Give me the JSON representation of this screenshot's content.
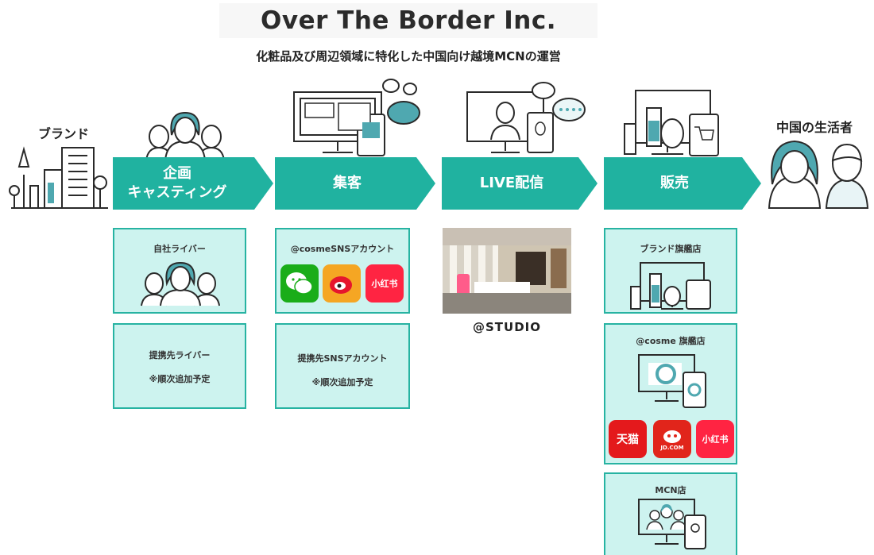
{
  "header": {
    "title": "Over The Border Inc.",
    "subtitle": "化粧品及び周辺領域に特化した中国向け越境MCNの運営"
  },
  "left_label": "ブランド",
  "right_label": "中国の生活者",
  "steps": {
    "planning": {
      "line1": "企画",
      "line2": "キャスティング"
    },
    "attract": "集客",
    "live": "LIVE配信",
    "sales": "販売"
  },
  "cards": {
    "own_liver": "自社ライバー",
    "partner_liver": {
      "line1": "提携先ライバー",
      "line2": "※順次追加予定"
    },
    "cosme_sns": "@cosmeSNSアカウント",
    "partner_sns": {
      "line1": "提携先SNSアカウント",
      "line2": "※順次追加予定"
    },
    "brand_store": "ブランド旗艦店",
    "cosme_store": "@cosme 旗艦店",
    "mcn_store": "MCN店"
  },
  "apps": {
    "xiaohongshu": "小红书",
    "tmall": "天猫",
    "jd": "JD.COM"
  },
  "studio_label": "@STUDIO",
  "colors": {
    "teal": "#20b2a0",
    "card_bg": "#cdf3ef",
    "card_border": "#27b3a2",
    "accent": "#4fa8b0"
  }
}
